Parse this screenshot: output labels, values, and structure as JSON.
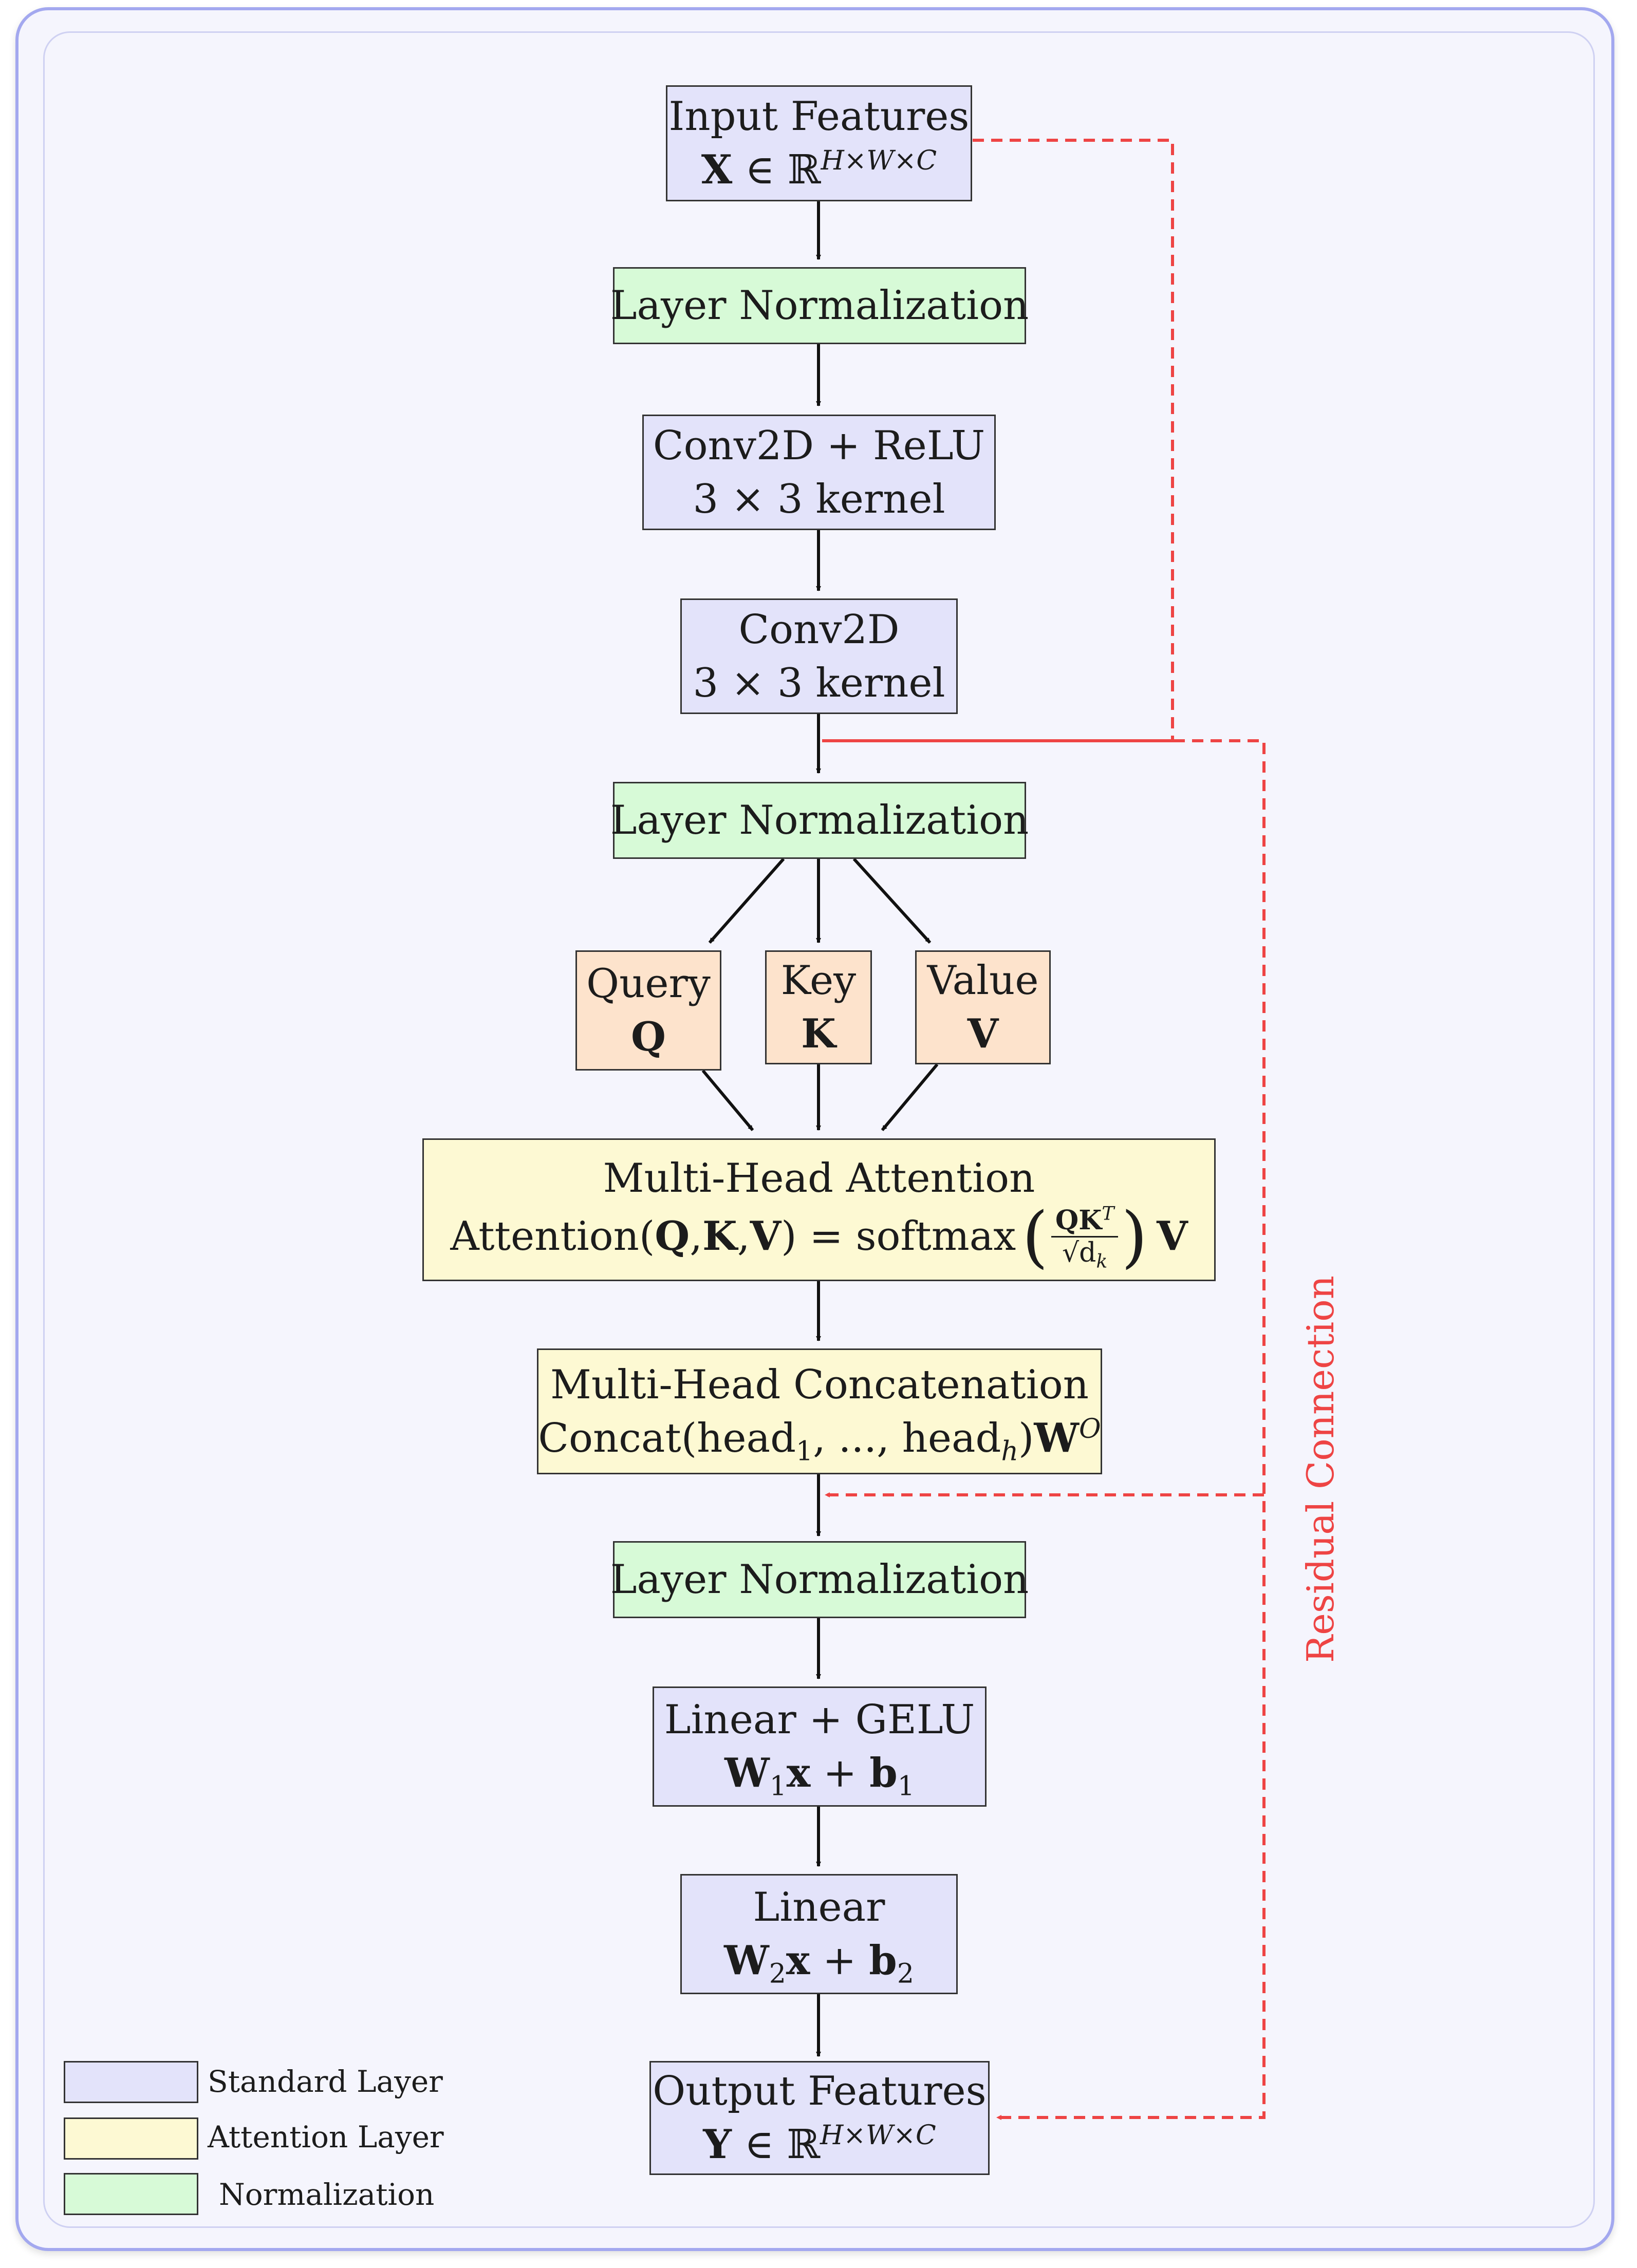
{
  "blocks": {
    "input": {
      "title": "Input Features",
      "sym": "X",
      "rel": "∈ ℝ",
      "dims": "H×W×C"
    },
    "norm1": {
      "title": "Layer Normalization"
    },
    "conv1": {
      "title": "Conv2D + ReLU",
      "sub": "3 × 3 kernel"
    },
    "conv2": {
      "title": "Conv2D",
      "sub": "3 × 3 kernel"
    },
    "norm2": {
      "title": "Layer Normalization"
    },
    "query": {
      "title": "Query",
      "sym": "Q"
    },
    "key": {
      "title": "Key",
      "sym": "K"
    },
    "value": {
      "title": "Value",
      "sym": "V"
    },
    "mha": {
      "title": "Multi-Head Attention",
      "fn": "Attention(",
      "q": "Q",
      "comma1": ",",
      "k": "K",
      "comma2": ",",
      "v": "V",
      "eq": ") = softmax",
      "num": "QK",
      "num_sup": "T",
      "den": "√d",
      "den_sub": "k",
      "tail_v": "V"
    },
    "concat": {
      "title": "Multi-Head Concatenation",
      "fn": "Concat(head",
      "sub1": "1",
      "mid": ", ..., head",
      "subh": "h",
      "close": ")",
      "w": "W",
      "w_sup": "O"
    },
    "norm3": {
      "title": "Layer Normalization"
    },
    "linear1": {
      "title": "Linear + GELU",
      "w": "W",
      "w_sub": "1",
      "x": "x",
      "plus": " + ",
      "b": "b",
      "b_sub": "1"
    },
    "linear2": {
      "title": "Linear",
      "w": "W",
      "w_sub": "2",
      "x": "x",
      "plus": " + ",
      "b": "b",
      "b_sub": "2"
    },
    "output": {
      "title": "Output Features",
      "sym": "Y",
      "rel": "∈ ℝ",
      "dims": "H×W×C"
    }
  },
  "residual_label": "Residual Connection",
  "legend": [
    {
      "label": "Standard Layer",
      "color": "#e3e3fa"
    },
    {
      "label": "Attention Layer",
      "color": "#fdf9d3"
    },
    {
      "label": "Normalization",
      "color": "#d7fad7"
    }
  ],
  "colors": {
    "standard": "#e3e3fa",
    "attention": "#fdf9d3",
    "normalization": "#d7fad7",
    "qkv": "#fde3cc",
    "residual": "#ee4444",
    "frame": "#a3a8ef"
  }
}
